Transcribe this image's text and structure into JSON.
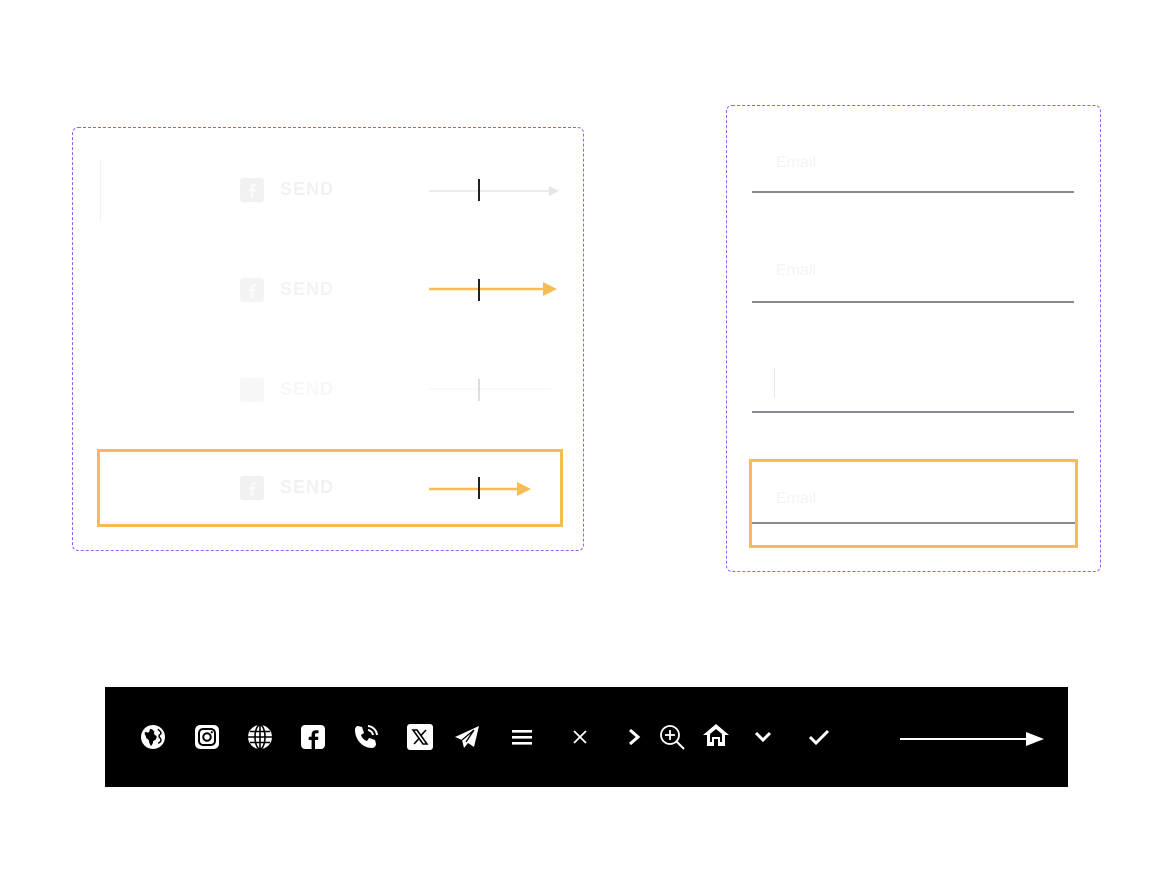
{
  "variants": {
    "rows": [
      {
        "state": "default",
        "label": "SEND"
      },
      {
        "state": "hover",
        "label": "SEND"
      },
      {
        "state": "disabled",
        "label": "SEND"
      },
      {
        "state": "focused",
        "label": "SEND"
      }
    ]
  },
  "inputs": {
    "fields": [
      {
        "placeholder": "Email"
      },
      {
        "placeholder": "Email"
      },
      {
        "placeholder": ""
      },
      {
        "placeholder": "Email"
      }
    ]
  },
  "toolbar": {
    "icons": [
      "globe-icon",
      "instagram-icon",
      "web-icon",
      "facebook-icon",
      "phone-icon",
      "x-icon",
      "send-icon",
      "menu-icon",
      "close-icon",
      "chevron-right-icon",
      "zoom-in-icon",
      "home-icon",
      "chevron-down-icon",
      "check-icon",
      "arrow-right-icon"
    ]
  },
  "colors": {
    "frame": "#9b5cf6",
    "focus": "#f8bb55",
    "accent_arrow": "#f8bb55",
    "underline": "#8b8894",
    "toolbar_bg": "#000000"
  }
}
